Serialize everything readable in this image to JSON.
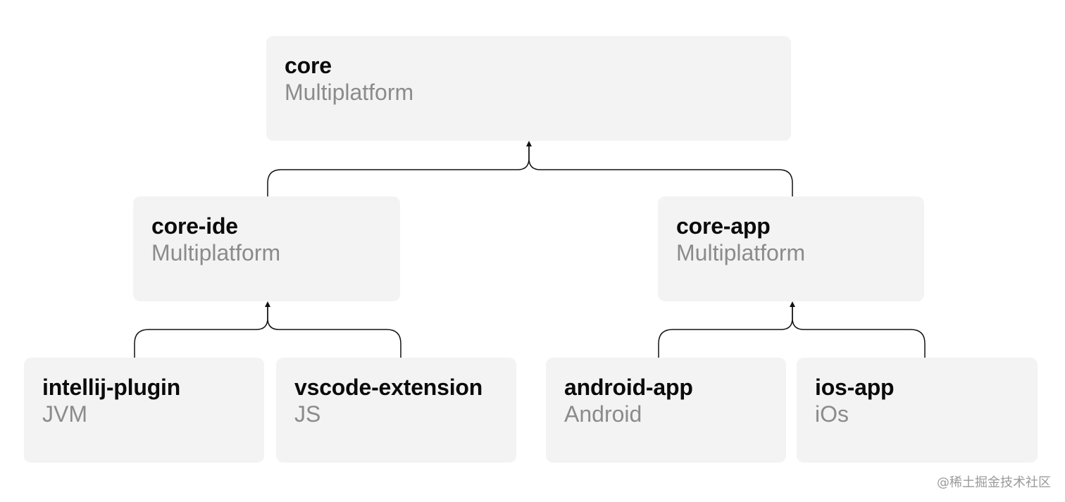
{
  "modules": {
    "core": {
      "name": "core",
      "platform": "Multiplatform"
    },
    "core_ide": {
      "name": "core-ide",
      "platform": "Multiplatform"
    },
    "core_app": {
      "name": "core-app",
      "platform": "Multiplatform"
    },
    "intellij_plugin": {
      "name": "intellij-plugin",
      "platform": "JVM"
    },
    "vscode_extension": {
      "name": "vscode-extension",
      "platform": "JS"
    },
    "android_app": {
      "name": "android-app",
      "platform": "Android"
    },
    "ios_app": {
      "name": "ios-app",
      "platform": "iOs"
    }
  },
  "edges": [
    {
      "from": "core-ide",
      "to": "core"
    },
    {
      "from": "core-app",
      "to": "core"
    },
    {
      "from": "intellij-plugin",
      "to": "core-ide"
    },
    {
      "from": "vscode-extension",
      "to": "core-ide"
    },
    {
      "from": "android-app",
      "to": "core-app"
    },
    {
      "from": "ios-app",
      "to": "core-app"
    }
  ],
  "colors": {
    "node_fill": "#f3f3f3",
    "name_text": "#0b0b0b",
    "platform_text": "#8b8b8b",
    "connector": "#111111"
  },
  "watermark": "@稀土掘金技术社区"
}
